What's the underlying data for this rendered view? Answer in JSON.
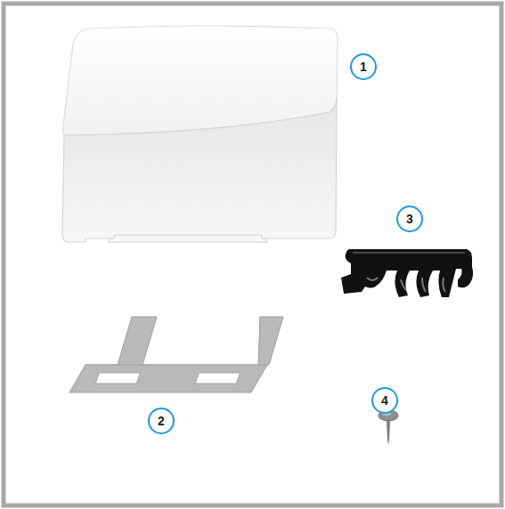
{
  "diagram": {
    "nodes": [
      {
        "text": [
          "1"
        ]
      },
      {
        "text": [
          "3"
        ]
      },
      {
        "text": [
          "2"
        ]
      },
      {
        "text": [
          "4"
        ]
      }
    ]
  }
}
